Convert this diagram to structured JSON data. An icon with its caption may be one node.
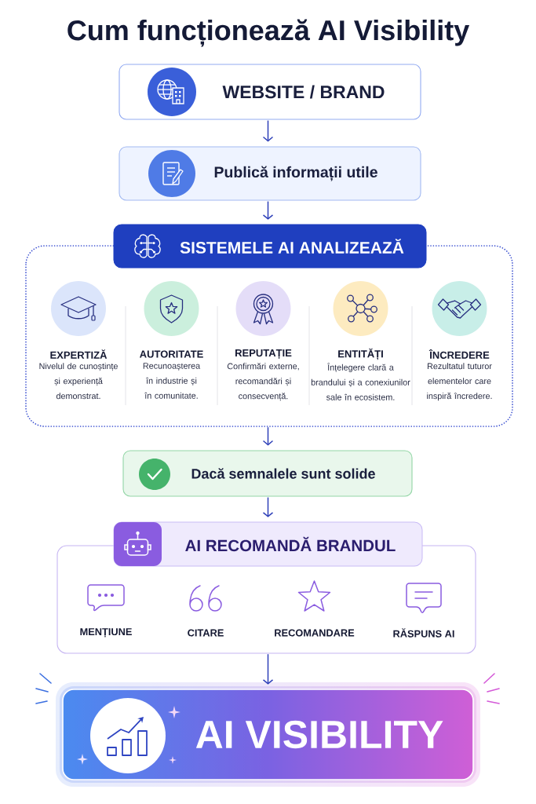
{
  "diagram": {
    "title": "Cum funcționează AI Visibility",
    "nodes": [
      {
        "text": [
          "WEBSITE / BRAND"
        ]
      },
      {
        "text": [
          "Publică informații utile"
        ]
      },
      {
        "text": [
          "SISTEMELE AI ANALIZEAZĂ"
        ]
      },
      {
        "text": [
          "EXPERTIZĂ",
          "Nivelul de cunoștințe și experiență demonstrat."
        ],
        "in": 2
      },
      {
        "text": [
          "AUTORITATE",
          "Recunoașterea în industrie și în comunitate."
        ],
        "in": 2
      },
      {
        "text": [
          "REPUTAȚIE",
          "Confirmări externe, recomandări și consecvență."
        ],
        "in": 2
      },
      {
        "text": [
          "ENTITĂȚI",
          "Înțelegere clară a brandului și a conexiunilor sale în ecosistem."
        ],
        "in": 2
      },
      {
        "text": [
          "ÎNCREDERE",
          "Rezultatul tuturor elementelor care inspiră încredere."
        ],
        "in": 2
      },
      {
        "text": [
          "Dacă semnalele sunt solide"
        ]
      },
      {
        "text": [
          "AI RECOMANDĂ BRANDUL"
        ]
      },
      {
        "text": [
          "MENȚIUNE"
        ],
        "in": 9
      },
      {
        "text": [
          "CITARE"
        ],
        "in": 9
      },
      {
        "text": [
          "RECOMANDARE"
        ],
        "in": 9
      },
      {
        "text": [
          "RĂSPUNS AI"
        ],
        "in": 9
      },
      {
        "text": [
          "AI VISIBILITY"
        ]
      }
    ],
    "edges": [
      {
        "from": 0,
        "to": 1,
        "arrow": "to"
      },
      {
        "from": 1,
        "to": 2,
        "arrow": "to"
      },
      {
        "from": 2,
        "to": 8,
        "arrow": "to"
      },
      {
        "from": 8,
        "to": 9,
        "arrow": "to"
      },
      {
        "from": 9,
        "to": 14,
        "arrow": "to"
      }
    ]
  }
}
